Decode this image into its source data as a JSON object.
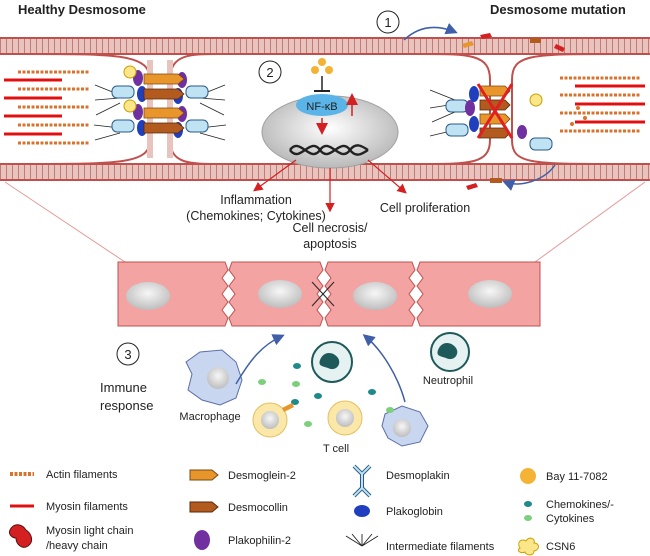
{
  "titles": {
    "left": "Healthy Desmosome",
    "right": "Desmosome mutation"
  },
  "markers": {
    "one": "1",
    "two": "2",
    "three": "3"
  },
  "nucleus": {
    "nfkb": "NF-κB"
  },
  "outcomes": {
    "inflammation_line1": "Inflammation",
    "inflammation_line2": "(Chemokines; Cytokines)",
    "necrosis_line1": "Cell necrosis/",
    "necrosis_line2": "apoptosis",
    "proliferation": "Cell proliferation"
  },
  "immune": {
    "label_line1": "Immune",
    "label_line2": "response",
    "macrophage": "Macrophage",
    "tcell": "T cell",
    "neutrophil": "Neutrophil"
  },
  "legend": {
    "actin": "Actin filaments",
    "myosin": "Myosin filaments",
    "mlc_line1": "Myosin light chain",
    "mlc_line2": "/heavy chain",
    "dsg2": "Desmoglein-2",
    "dsc": "Desmocollin",
    "pkp2": "Plakophilin-2",
    "dsp": "Desmoplakin",
    "pg": "Plakoglobin",
    "if": "Intermediate filaments",
    "bay": "Bay 11-7082",
    "chemo_line1": "Chemokines/-",
    "chemo_line2": "Cytokines",
    "csn6": "CSN6"
  },
  "colors": {
    "membrane": "#c0504d",
    "desmoglein": "#e8962c",
    "desmocollin": "#b35a1f",
    "plakophilin": "#7030a0",
    "plakoglobin": "#1f3fbf",
    "desmoplakin": "#bfe3f2",
    "bay": "#f5b335",
    "chemokine_teal": "#1e8a8a",
    "chemokine_green": "#7ccf7c",
    "myosin": "#e01010",
    "actin": "#d9722c",
    "cardiomyocyte": "#f4a3a3",
    "arrow_blue": "#3f5fa8",
    "arrow_red": "#d42020"
  }
}
